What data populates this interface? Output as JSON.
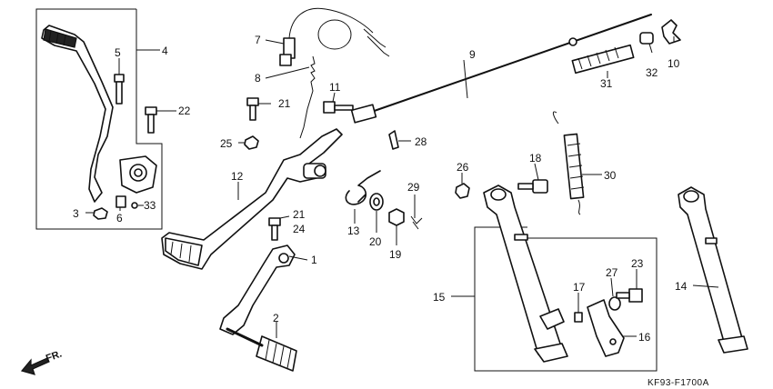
{
  "diagram_code": "KF93-F1700A",
  "direction_label": "FR.",
  "callouts": {
    "c1": "1",
    "c2": "2",
    "c3": "3",
    "c4": "4",
    "c5": "5",
    "c6": "6",
    "c7": "7",
    "c8": "8",
    "c9": "9",
    "c10": "10",
    "c11": "11",
    "c12": "12",
    "c13": "13",
    "c14": "14",
    "c15": "15",
    "c16": "16",
    "c17": "17",
    "c18": "18",
    "c19": "19",
    "c20": "20",
    "c21a": "21",
    "c21b": "21",
    "c22": "22",
    "c23": "23",
    "c24": "24",
    "c25": "25",
    "c26": "26",
    "c27": "27",
    "c28": "28",
    "c29": "29",
    "c30": "30",
    "c31": "31",
    "c32": "32",
    "c33": "33"
  }
}
